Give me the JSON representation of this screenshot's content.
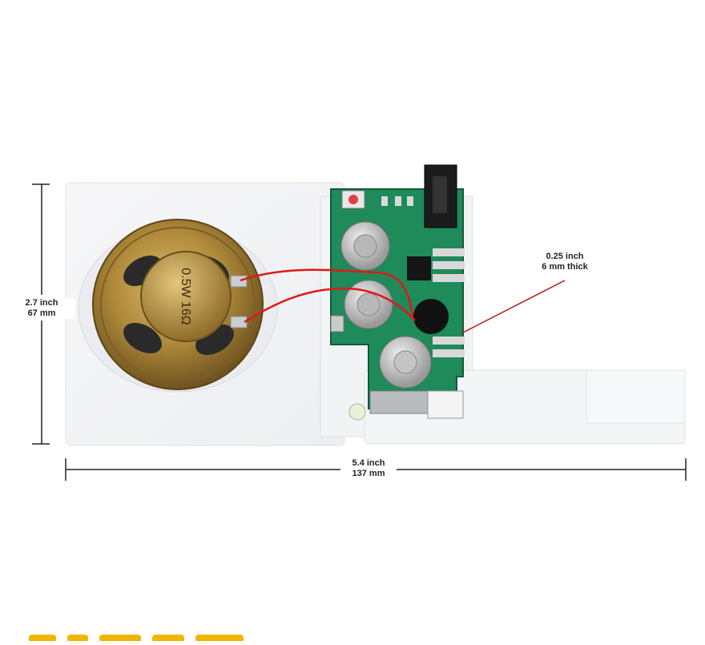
{
  "dimensions": {
    "height": {
      "imperial": "2.7 inch",
      "metric": "67 mm"
    },
    "width": {
      "imperial": "5.4 inch",
      "metric": "137 mm"
    },
    "thickness": {
      "imperial": "0.25 inch",
      "metric": "6 mm thick"
    }
  },
  "speaker_marking": "0.5W 16Ω",
  "colors": {
    "pcb_green": "#1f8a5a",
    "speaker_brass": "#b08a3a",
    "wire_red": "#e01818",
    "dimension_line": "#222222",
    "callout_line": "#b01818",
    "footer_accent": "#f2b400"
  }
}
